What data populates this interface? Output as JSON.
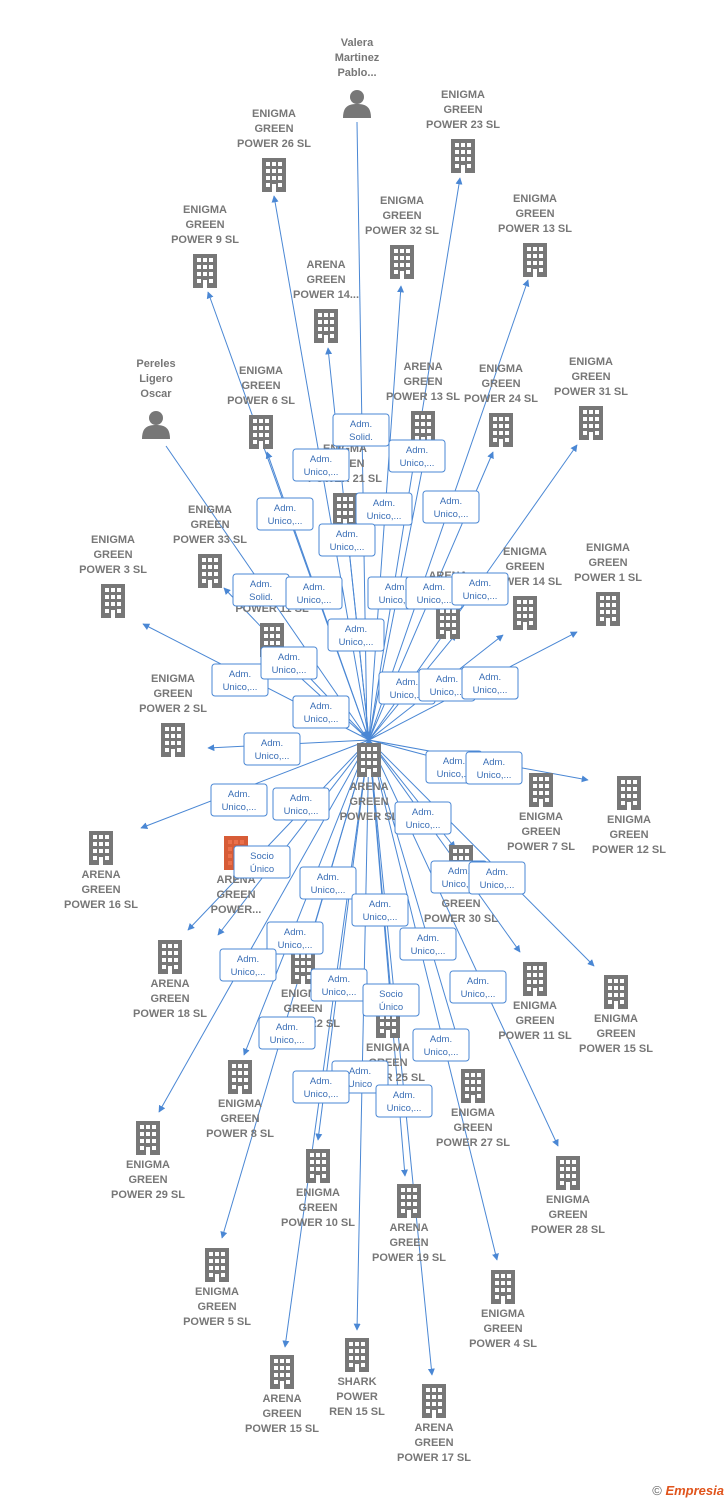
{
  "center": {
    "id": "center",
    "label": [
      "ARENA",
      "GREEN",
      "POWER  SL"
    ]
  },
  "nodes": [
    {
      "id": "valera",
      "type": "person",
      "label": [
        "Valera",
        "Martinez",
        "Pablo..."
      ]
    },
    {
      "id": "pereles",
      "type": "person",
      "label": [
        "Pereles",
        "Ligero",
        "Oscar"
      ]
    },
    {
      "id": "eg26",
      "type": "company",
      "label": [
        "ENIGMA",
        "GREEN",
        "POWER 26  SL"
      ]
    },
    {
      "id": "eg23",
      "type": "company",
      "label": [
        "ENIGMA",
        "GREEN",
        "POWER 23  SL"
      ]
    },
    {
      "id": "eg9",
      "type": "company",
      "label": [
        "ENIGMA",
        "GREEN",
        "POWER 9  SL"
      ]
    },
    {
      "id": "eg32",
      "type": "company",
      "label": [
        "ENIGMA",
        "GREEN",
        "POWER 32  SL"
      ]
    },
    {
      "id": "eg13",
      "type": "company",
      "label": [
        "ENIGMA",
        "GREEN",
        "POWER 13  SL"
      ]
    },
    {
      "id": "ag14",
      "type": "company",
      "label": [
        "ARENA",
        "GREEN",
        "POWER 14..."
      ]
    },
    {
      "id": "eg6",
      "type": "company",
      "label": [
        "ENIGMA",
        "GREEN",
        "POWER 6  SL"
      ]
    },
    {
      "id": "ag13",
      "type": "company",
      "label": [
        "ARENA",
        "GREEN",
        "POWER 13  SL"
      ]
    },
    {
      "id": "eg24",
      "type": "company",
      "label": [
        "ENIGMA",
        "GREEN",
        "POWER 24  SL"
      ]
    },
    {
      "id": "eg31",
      "type": "company",
      "label": [
        "ENIGMA",
        "GREEN",
        "POWER 31  SL"
      ]
    },
    {
      "id": "eg21",
      "type": "company",
      "label": [
        "ENIGMA",
        "GREEN",
        "POWER 21  SL"
      ]
    },
    {
      "id": "eg33",
      "type": "company",
      "label": [
        "ENIGMA",
        "GREEN",
        "POWER 33  SL"
      ]
    },
    {
      "id": "eg3",
      "type": "company",
      "label": [
        "ENIGMA",
        "GREEN",
        "POWER 3  SL"
      ]
    },
    {
      "id": "ag11",
      "type": "company",
      "label": [
        "ARENA",
        "GREEN",
        "POWER 11  SL"
      ]
    },
    {
      "id": "ag_x",
      "type": "company",
      "label": [
        "ARENA",
        "GREEN",
        ""
      ]
    },
    {
      "id": "eg14",
      "type": "company",
      "label": [
        "ENIGMA",
        "GREEN",
        "POWER 14  SL"
      ]
    },
    {
      "id": "eg1",
      "type": "company",
      "label": [
        "ENIGMA",
        "GREEN",
        "POWER 1  SL"
      ]
    },
    {
      "id": "eg2",
      "type": "company",
      "label": [
        "ENIGMA",
        "GREEN",
        "POWER 2  SL"
      ]
    },
    {
      "id": "eg7",
      "type": "company",
      "label": [
        "ENIGMA",
        "GREEN",
        "POWER 7  SL"
      ]
    },
    {
      "id": "eg12",
      "type": "company",
      "label": [
        "ENIGMA",
        "GREEN",
        "POWER 12  SL"
      ]
    },
    {
      "id": "ag16",
      "type": "company",
      "label": [
        "ARENA",
        "GREEN",
        "POWER 16  SL"
      ]
    },
    {
      "id": "agpower",
      "type": "company-highlight",
      "label": [
        "ARENA",
        "GREEN",
        "POWER..."
      ]
    },
    {
      "id": "eg30",
      "type": "company",
      "label": [
        "ENIGMA",
        "GREEN",
        "POWER 30  SL"
      ]
    },
    {
      "id": "ag18",
      "type": "company",
      "label": [
        "ARENA",
        "GREEN",
        "POWER 18  SL"
      ]
    },
    {
      "id": "eg22",
      "type": "company",
      "label": [
        "ENIGMA",
        "GREEN",
        "POWER 22  SL"
      ]
    },
    {
      "id": "eg11",
      "type": "company",
      "label": [
        "ENIGMA",
        "GREEN",
        "POWER 11  SL"
      ]
    },
    {
      "id": "eg15",
      "type": "company",
      "label": [
        "ENIGMA",
        "GREEN",
        "POWER 15  SL"
      ]
    },
    {
      "id": "eg8",
      "type": "company",
      "label": [
        "ENIGMA",
        "GREEN",
        "POWER 8  SL"
      ]
    },
    {
      "id": "eg25",
      "type": "company",
      "label": [
        "ENIGMA",
        "GREEN",
        "POWER 25  SL"
      ]
    },
    {
      "id": "eg27",
      "type": "company",
      "label": [
        "ENIGMA",
        "GREEN",
        "POWER 27  SL"
      ]
    },
    {
      "id": "eg29",
      "type": "company",
      "label": [
        "ENIGMA",
        "GREEN",
        "POWER 29  SL"
      ]
    },
    {
      "id": "eg10",
      "type": "company",
      "label": [
        "ENIGMA",
        "GREEN",
        "POWER 10  SL"
      ]
    },
    {
      "id": "ag19",
      "type": "company",
      "label": [
        "ARENA",
        "GREEN",
        "POWER 19  SL"
      ]
    },
    {
      "id": "eg28",
      "type": "company",
      "label": [
        "ENIGMA",
        "GREEN",
        "POWER 28  SL"
      ]
    },
    {
      "id": "eg5",
      "type": "company",
      "label": [
        "ENIGMA",
        "GREEN",
        "POWER 5  SL"
      ]
    },
    {
      "id": "eg4",
      "type": "company",
      "label": [
        "ENIGMA",
        "GREEN",
        "POWER 4  SL"
      ]
    },
    {
      "id": "shark15",
      "type": "company",
      "label": [
        "SHARK",
        "POWER",
        "REN 15  SL"
      ]
    },
    {
      "id": "ag15",
      "type": "company",
      "label": [
        "ARENA",
        "GREEN",
        "POWER 15  SL"
      ]
    },
    {
      "id": "ag17",
      "type": "company",
      "label": [
        "ARENA",
        "GREEN",
        "POWER 17  SL"
      ]
    }
  ],
  "edge_labels": [
    [
      "Adm.",
      "Solid."
    ],
    [
      "Adm.",
      "Unico,..."
    ],
    [
      "Adm.",
      "Unico,..."
    ],
    [
      "Adm.",
      "Unico,..."
    ],
    [
      "Adm.",
      "Unico,..."
    ],
    [
      "Adm.",
      "Unico,..."
    ],
    [
      "Adm.",
      "Unico,..."
    ],
    [
      "Adm.",
      "Solid."
    ],
    [
      "Adm.",
      "Unico,..."
    ],
    [
      "Adm.",
      "Unico,..."
    ],
    [
      "Adm.",
      "Unico,..."
    ],
    [
      "Adm.",
      "Unico,..."
    ],
    [
      "Adm.",
      "Unico,..."
    ],
    [
      "Adm.",
      "Unico,..."
    ],
    [
      "Adm.",
      "Unico,..."
    ],
    [
      "Adm.",
      "Unico,..."
    ],
    [
      "Adm.",
      "Unico,..."
    ],
    [
      "Adm.",
      "Unico,..."
    ],
    [
      "Adm.",
      "Unico,..."
    ],
    [
      "Adm.",
      "Unico,..."
    ],
    [
      "Adm.",
      "Unico,..."
    ],
    [
      "Adm.",
      "Unico,..."
    ],
    [
      "Adm.",
      "Unico,..."
    ],
    [
      "Adm.",
      "Unico,..."
    ],
    [
      "Socio",
      "Único"
    ],
    [
      "Adm.",
      "Unico,..."
    ],
    [
      "Adm.",
      "Unico,..."
    ],
    [
      "Adm.",
      "Unico,..."
    ],
    [
      "Adm.",
      "Unico,..."
    ],
    [
      "Adm.",
      "Unico,..."
    ],
    [
      "Adm.",
      "Unico,..."
    ],
    [
      "Adm.",
      "Unico,..."
    ],
    [
      "Adm.",
      "Unico,..."
    ],
    [
      "Adm.",
      "Unico,..."
    ],
    [
      "Socio",
      "Único"
    ],
    [
      "Adm.",
      "Unico,..."
    ],
    [
      "Adm.",
      "Unico,..."
    ],
    [
      "Adm.",
      "Unico"
    ],
    [
      "Adm.",
      "Unico,..."
    ],
    [
      "Adm.",
      "Unico,..."
    ],
    [
      "Adm.",
      "Unico,..."
    ],
    [
      "Adm.",
      "Unico,..."
    ],
    [
      "Adm.",
      "Unico,..."
    ]
  ],
  "colors": {
    "edge": "#4a87d4",
    "icon": "#777777",
    "highlight": "#e8572c"
  },
  "footer": {
    "copyright": "©",
    "brand": "Empresia"
  }
}
